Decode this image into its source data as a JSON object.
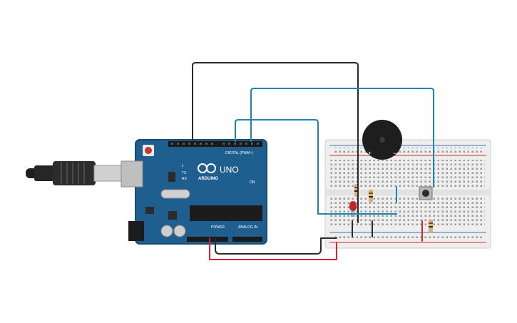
{
  "arduino": {
    "brand": "ARDUINO",
    "model": "UNO",
    "digital_label": "DIGITAL (PWM~)",
    "power_label": "POWER",
    "analog_label": "ANALOG IN",
    "led_labels": [
      "L",
      "TX",
      "RX"
    ],
    "on_label": "ON"
  },
  "buzzer": {
    "plus": "+",
    "minus": "−"
  },
  "colors": {
    "board": "#1f5f8f",
    "board_edge": "#184b72",
    "wire_black": "#2a2a2a",
    "wire_blue": "#1a86b5",
    "wire_red": "#d6262b",
    "breadboard": "#eeeeee",
    "rail_red": "#d6262b",
    "rail_blue": "#3b74b8"
  }
}
